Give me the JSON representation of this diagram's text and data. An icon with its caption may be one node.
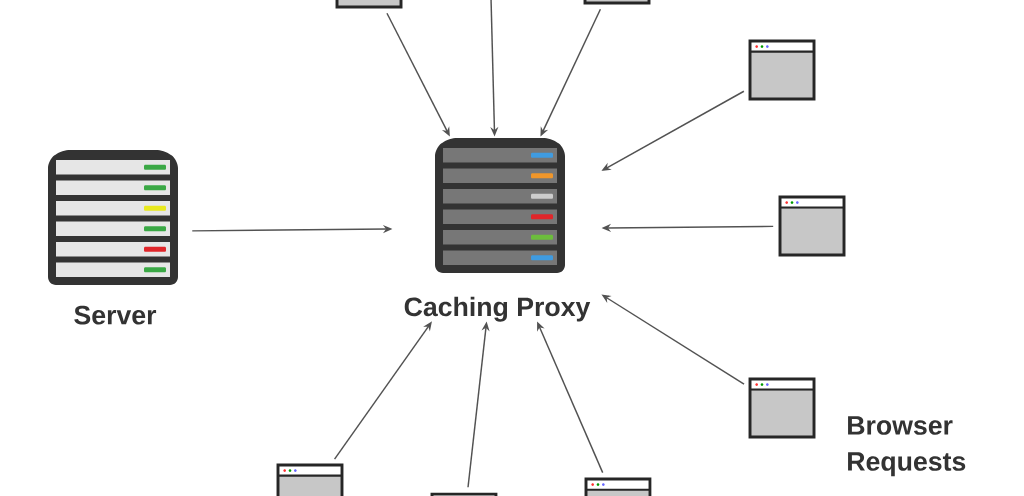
{
  "diagram": {
    "nodes": [
      {
        "text": [
          "Server"
        ]
      },
      {
        "text": [
          "Caching Proxy"
        ]
      },
      {
        "text": [],
        "shape": "window"
      },
      {
        "text": [],
        "shape": "window"
      },
      {
        "text": [],
        "shape": "window"
      },
      {
        "text": [],
        "shape": "window"
      },
      {
        "text": [],
        "shape": "window"
      },
      {
        "text": [],
        "shape": "window"
      },
      {
        "text": [],
        "shape": "window"
      },
      {
        "text": [],
        "shape": "window"
      }
    ],
    "edges": [
      {
        "from": 0,
        "to": 1,
        "arrow": "to"
      },
      {
        "from": 2,
        "to": 1,
        "arrow": "to"
      },
      {
        "from": null,
        "to": 1,
        "arrow": "to"
      },
      {
        "from": 3,
        "to": 1,
        "arrow": "to"
      },
      {
        "from": 4,
        "to": 1,
        "arrow": "to"
      },
      {
        "from": 5,
        "to": 1,
        "arrow": "to"
      },
      {
        "from": 6,
        "to": 1,
        "arrow": "to"
      },
      {
        "from": 7,
        "to": 1,
        "arrow": "to"
      },
      {
        "from": 8,
        "to": 1,
        "arrow": "to"
      },
      {
        "from": 9,
        "to": 1,
        "arrow": "to"
      }
    ],
    "labels": [
      "Browser Requests"
    ]
  }
}
